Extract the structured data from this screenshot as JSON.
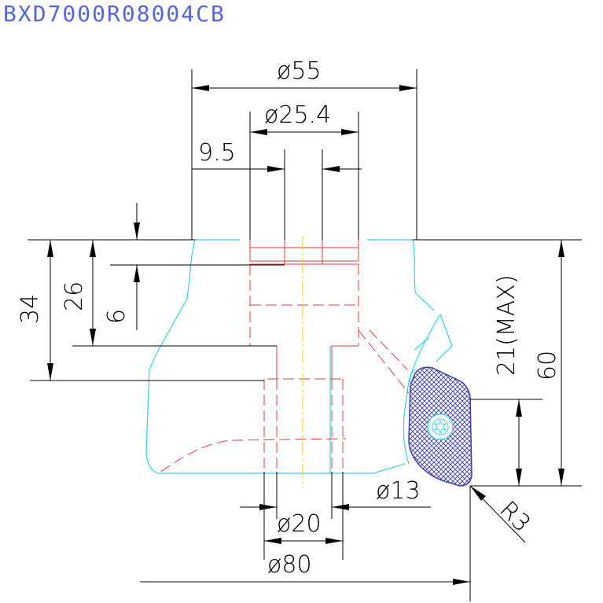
{
  "title": "BXD7000R08004CB",
  "colors": {
    "title": "#5566dd",
    "outline": "#33d3e6",
    "hidden": "#e53a3a",
    "center": "#e8d400",
    "insert": "#3b3bb0",
    "dimension": "#000000"
  },
  "dimensions": {
    "d55": "ø55",
    "d25_4": "ø25.4",
    "w9_5": "9.5",
    "h34": "34",
    "h26": "26",
    "h6": "6",
    "depth21": "21(MAX)",
    "h60": "60",
    "d13": "ø13",
    "d20": "ø20",
    "d80": "ø80",
    "r3": "R3"
  },
  "icons": {
    "screw": "torx-screw-icon",
    "insert": "cutting-insert-icon"
  }
}
